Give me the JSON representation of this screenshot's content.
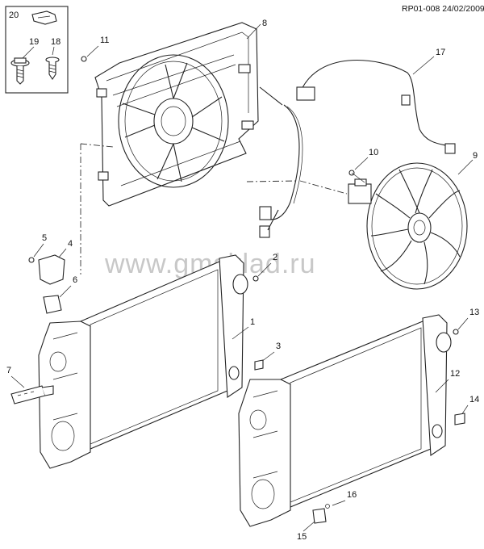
{
  "header": {
    "code": "RP01-008 24/02/2009"
  },
  "watermark": "www.gmsklad.ru",
  "callouts": {
    "c1": "1",
    "c2": "2",
    "c3": "3",
    "c4": "4",
    "c5": "5",
    "c6": "6",
    "c7": "7",
    "c8": "8",
    "c9": "9",
    "c10": "10",
    "c11": "11",
    "c12": "12",
    "c13": "13",
    "c14": "14",
    "c15": "15",
    "c16": "16",
    "c17": "17",
    "c18": "18",
    "c19": "19",
    "c20": "20"
  }
}
